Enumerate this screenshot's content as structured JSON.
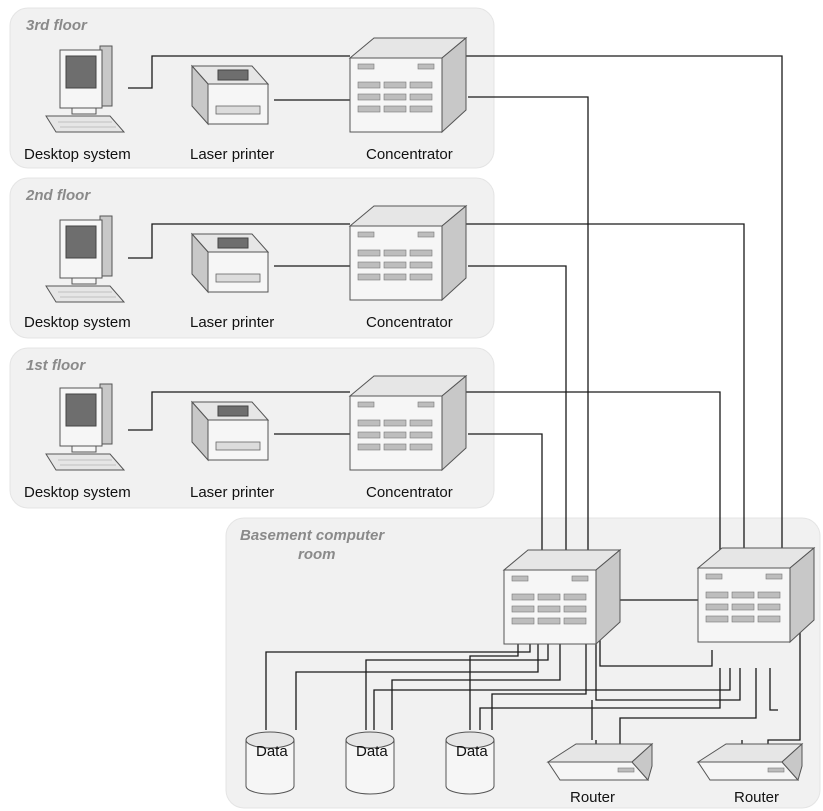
{
  "zones": {
    "floor3": "3rd floor",
    "floor2": "2nd floor",
    "floor1": "1st floor",
    "basement_line1": "Basement  computer",
    "basement_line2": "room"
  },
  "labels": {
    "desktop": "Desktop system",
    "printer": "Laser printer",
    "concentrator": "Concentrator",
    "data": "Data",
    "router": "Router"
  },
  "colors": {
    "zone_background": "#f1f1f1",
    "zone_title": "#8a8a8a",
    "wire": "#1a1a1a"
  }
}
